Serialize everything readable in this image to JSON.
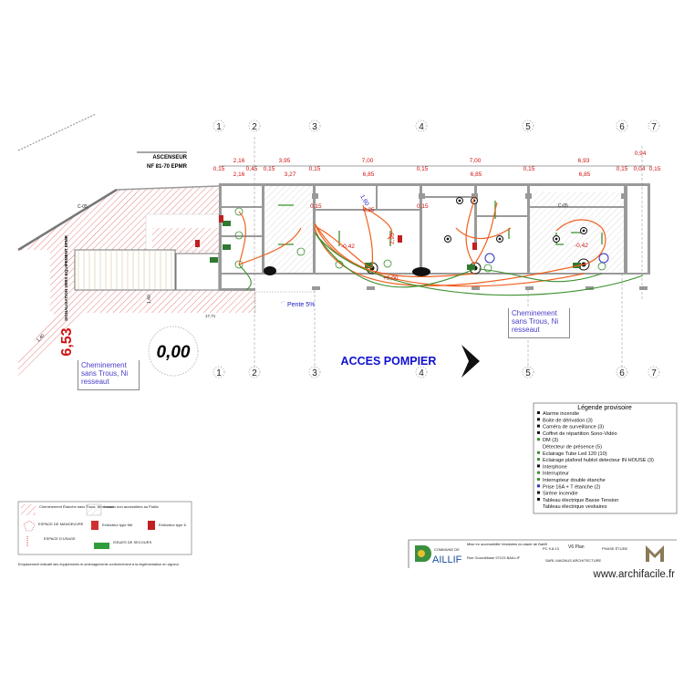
{
  "elevator": {
    "line1": "ASCENSEUR",
    "line2": "NF 81-70  EPMR"
  },
  "grid_axes": [
    "1",
    "2",
    "3",
    "4",
    "5",
    "6",
    "7"
  ],
  "dimensions": {
    "row1": [
      "2,16",
      "3,95",
      "7,00",
      "7,00",
      "6,93",
      "0,94"
    ],
    "row2": [
      "0,15",
      "0,45",
      "0,15",
      "0,15",
      "0,15",
      "0,15",
      "0,15",
      "0,04",
      "0,15"
    ],
    "row3": [
      "2,16",
      "3,27",
      "6,85",
      "6,85",
      "6,85"
    ]
  },
  "plan": {
    "level_main": "0,00",
    "level_side": "6,53",
    "access_label": "ACCES POMPIER",
    "slope_label": "Pente 5%",
    "signage_label": "SIGNALISATION VERS EQUIPEMENT EPMR",
    "level_marks": [
      "-0,42",
      "+0,00",
      "-0,42",
      "2,95",
      "0,25",
      "0,15",
      "0,15",
      "C-05",
      "C-05",
      "1,40",
      "1,40",
      "17,71",
      "1,60"
    ],
    "route_note_left": [
      "Cheminement",
      "sans Trous, Ni",
      "resseaut"
    ],
    "route_note_right": [
      "Cheminement",
      "sans Trous, Ni",
      "resseaut"
    ]
  },
  "legend": {
    "title": "Légende provisoire",
    "items": [
      "Alarme incendie",
      "Boite de dérivation (3)",
      "Caméra de surveillance (3)",
      "Coffret de répartition Sono-Vidéo",
      "DM  (3)",
      "Détecteur de présence (5)",
      "Eclairage Tube Led 120 (10)",
      "Eclairage plafond hublot detecteur IN HOUSE (3)",
      "Interphone",
      "Interrupteur",
      "Interrupteur double étanche",
      "Prise 16A + T étanche (2)",
      "Sirène incendie",
      "Tableau électrique Basse Tension",
      "Tableau électrique vestiaires"
    ]
  },
  "hatch_legend": {
    "items": [
      "Cheminement Étanche sans Trous, Ni ressaut",
      "Locaux non accessibles au Public",
      "ESPACE DE MANOEUVRE",
      "Extincteur type 6M",
      "Extincteur type 6",
      "ESPACE D'USAGE",
      "ISSUES DE SECOURS"
    ],
    "footnote": "Emplacement indicatif des équipements et aménagements conformément à la réglementation en vigueur"
  },
  "title_block": {
    "org_prefix": "COMMUNE DE",
    "org_name": "AILLIF",
    "project": "Mise en accessibilité Vestiaires du stade de Baillif",
    "address": "Rue Gourdeliane 97123 BAILLIF",
    "scale": "PC 9.8.13",
    "version": "V6 Plan",
    "phase": "PHASE ÉTUDE",
    "firm": "SARL MAGNUS ARCHITECTURE",
    "watermark": "www.archifacile.fr"
  },
  "colors": {
    "dimension_red": "#d01010",
    "wire_orange": "#f0601e",
    "wire_green": "#3c8f2e",
    "access_blue": "#1010d0",
    "note_blue": "#4a3ec8"
  }
}
